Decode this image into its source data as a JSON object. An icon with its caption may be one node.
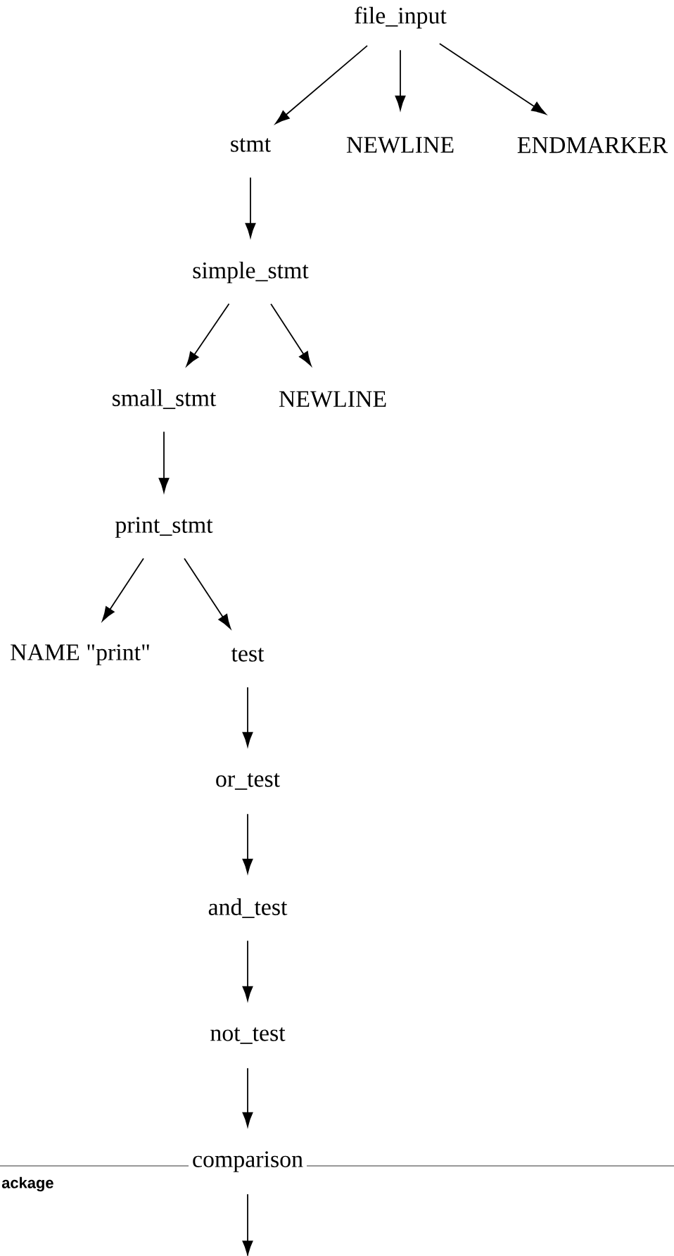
{
  "diagram": {
    "nodes": [
      {
        "text": [
          "file_input"
        ]
      },
      {
        "text": [
          "stmt"
        ]
      },
      {
        "text": [
          "NEWLINE"
        ]
      },
      {
        "text": [
          "ENDMARKER"
        ]
      },
      {
        "text": [
          "simple_stmt"
        ]
      },
      {
        "text": [
          "small_stmt"
        ]
      },
      {
        "text": [
          "NEWLINE"
        ]
      },
      {
        "text": [
          "print_stmt"
        ]
      },
      {
        "text": [
          "NAME \"print\""
        ]
      },
      {
        "text": [
          "test"
        ]
      },
      {
        "text": [
          "or_test"
        ]
      },
      {
        "text": [
          "and_test"
        ]
      },
      {
        "text": [
          "not_test"
        ]
      },
      {
        "text": [
          "comparison"
        ]
      }
    ],
    "edges": [
      {
        "from": 0,
        "to": 1,
        "arrow": "to"
      },
      {
        "from": 0,
        "to": 2,
        "arrow": "to"
      },
      {
        "from": 0,
        "to": 3,
        "arrow": "to"
      },
      {
        "from": 1,
        "to": 4,
        "arrow": "to"
      },
      {
        "from": 4,
        "to": 5,
        "arrow": "to"
      },
      {
        "from": 4,
        "to": 6,
        "arrow": "to"
      },
      {
        "from": 5,
        "to": 7,
        "arrow": "to"
      },
      {
        "from": 7,
        "to": 8,
        "arrow": "to"
      },
      {
        "from": 7,
        "to": 9,
        "arrow": "to"
      },
      {
        "from": 9,
        "to": 10,
        "arrow": "to"
      },
      {
        "from": 10,
        "to": 11,
        "arrow": "to"
      },
      {
        "from": 11,
        "to": 12,
        "arrow": "to"
      },
      {
        "from": 12,
        "to": 13,
        "arrow": "to"
      },
      {
        "from": 13,
        "to": null,
        "arrow": "to"
      }
    ],
    "labels": [
      "ackage"
    ]
  }
}
